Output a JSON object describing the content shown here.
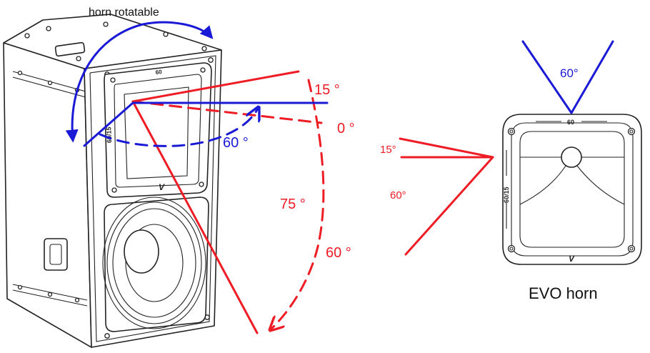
{
  "labels": {
    "horn_rotatable": "horn rotatable",
    "angle_15_left": "15 °",
    "angle_0": "0 °",
    "angle_60_blue_left": "60 °",
    "angle_75": "75 °",
    "angle_60_red_left": "60 °",
    "angle_15_right": "15°",
    "angle_60_right": "60°",
    "angle_60_blue_right": "60°",
    "evo_horn": "EVO horn",
    "horn_badge_left": "60/15",
    "horn_badge_top_left": "60",
    "horn_badge_top_right": "60",
    "horn_badge_side_right": "60/15",
    "logo_left": "V",
    "logo_right": "V"
  },
  "colors": {
    "red": "#ee1c24",
    "blue": "#1a1ad6",
    "outline": "#222222"
  }
}
